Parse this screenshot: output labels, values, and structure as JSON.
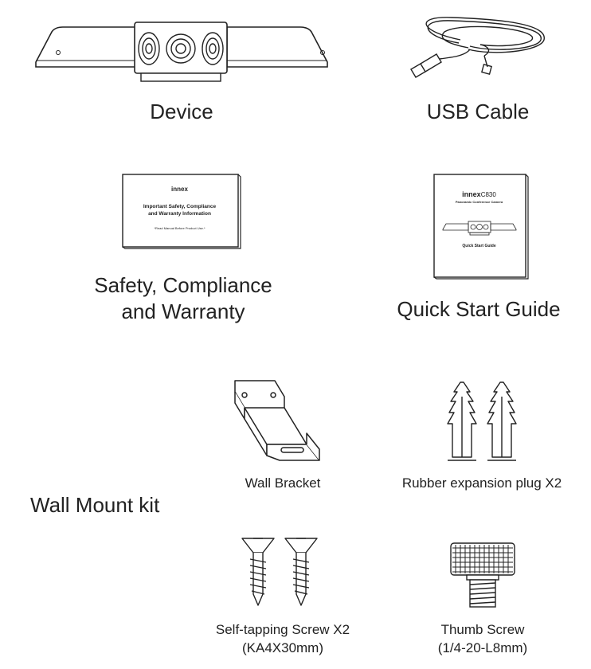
{
  "items": {
    "device": {
      "label": "Device"
    },
    "usb_cable": {
      "label": "USB Cable"
    },
    "safety": {
      "label_line1": "Safety, Compliance",
      "label_line2": "and Warranty",
      "booklet_brand": "innex",
      "booklet_title_line1": "Important Safety, Compliance",
      "booklet_title_line2": "and Warranty Information",
      "booklet_note": "*Read Manual Before Product Use.*"
    },
    "quick_start": {
      "label": "Quick Start Guide",
      "booklet_brand": "innex",
      "booklet_model": "C830",
      "booklet_subtitle": "Panoramic Conference Camera",
      "booklet_title": "Quick Start Guide"
    },
    "wall_mount": {
      "label": "Wall Mount kit",
      "bracket": "Wall Bracket",
      "plug": "Rubber expansion plug X2",
      "screw_line1": "Self-tapping Screw X2",
      "screw_line2": "(KA4X30mm)",
      "thumb_line1": "Thumb Screw",
      "thumb_line2": "(1/4-20-L8mm)"
    }
  }
}
